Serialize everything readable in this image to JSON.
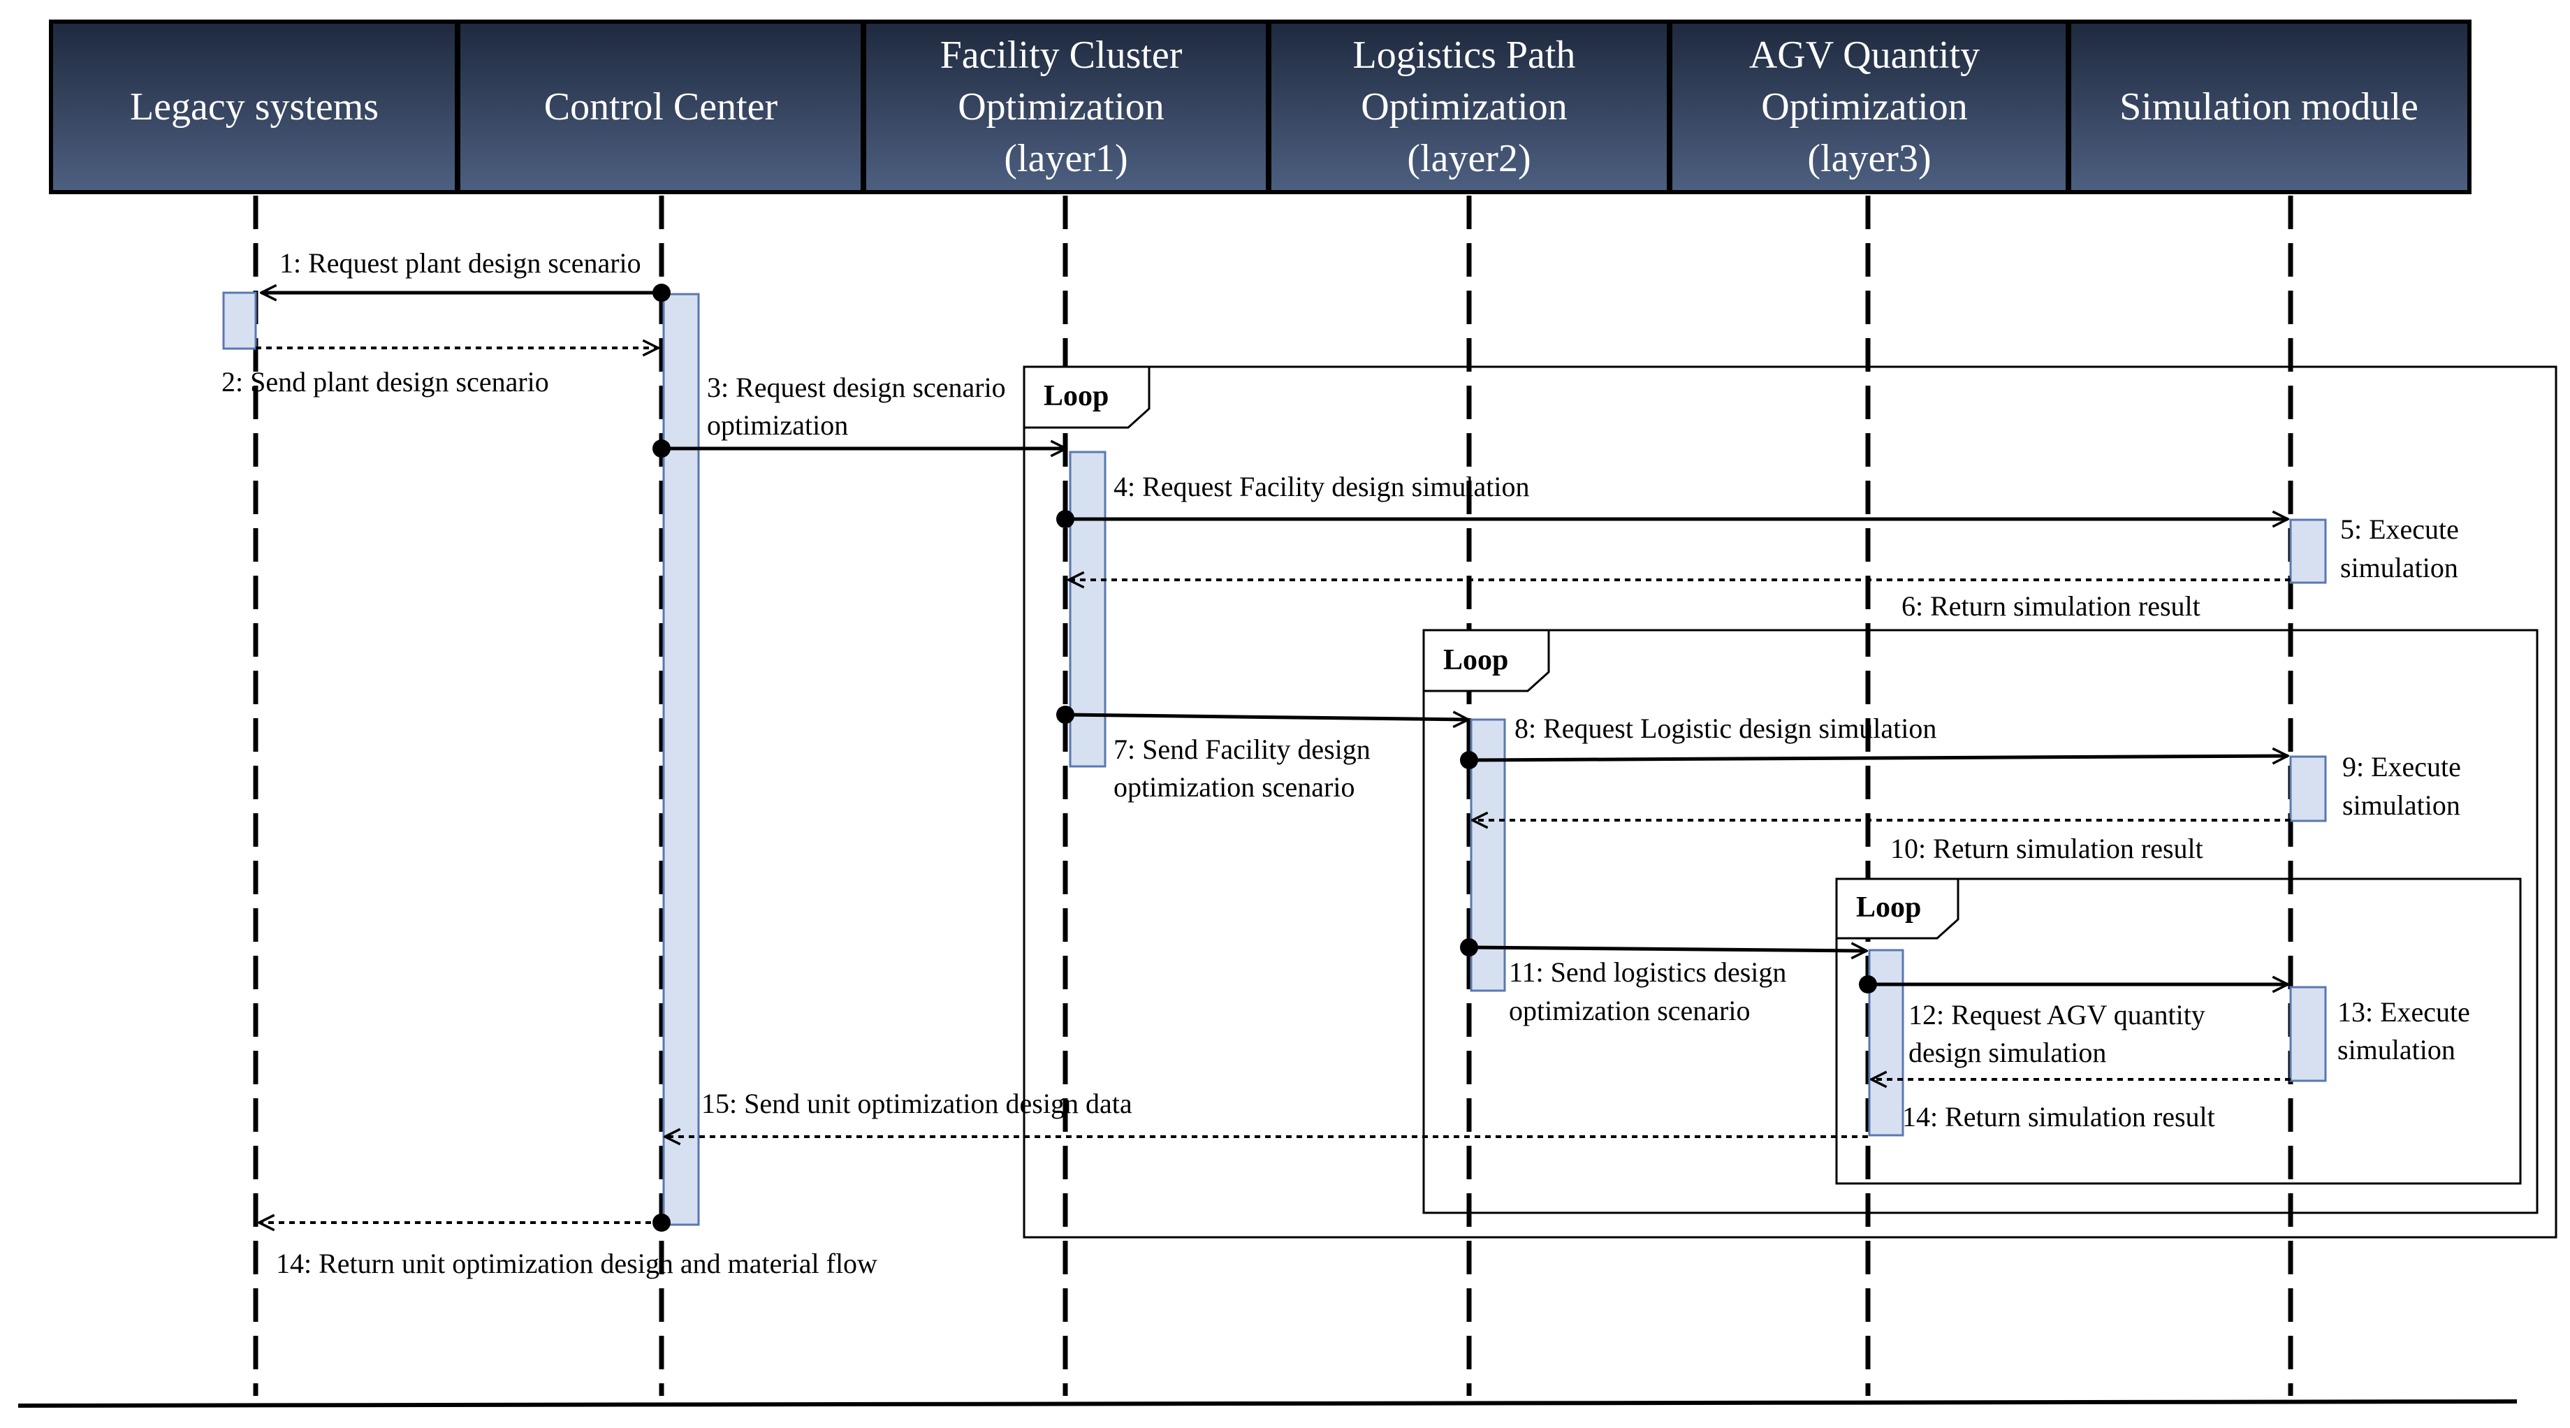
{
  "colors": {
    "header_top": "#1f2a3f",
    "header_bottom": "#4d5f80",
    "activation_fill": "#d6e0f0",
    "activation_stroke": "#5a78b0"
  },
  "lifelines": [
    {
      "id": "legacy",
      "lines": [
        "Legacy systems"
      ]
    },
    {
      "id": "control",
      "lines": [
        "Control Center"
      ]
    },
    {
      "id": "facility",
      "lines": [
        "Facility Cluster",
        "Optimization",
        "(layer1)"
      ]
    },
    {
      "id": "logistics",
      "lines": [
        "Logistics Path",
        "Optimization",
        "(layer2)"
      ]
    },
    {
      "id": "agv",
      "lines": [
        "AGV Quantity",
        "Optimization",
        "(layer3)"
      ]
    },
    {
      "id": "simulation",
      "lines": [
        "Simulation module"
      ]
    }
  ],
  "loops": [
    {
      "id": "loop-1",
      "label": "Loop"
    },
    {
      "id": "loop-2",
      "label": "Loop"
    },
    {
      "id": "loop-3",
      "label": "Loop"
    }
  ],
  "messages": [
    {
      "id": "m1",
      "from": "control",
      "to": "legacy",
      "style": "solid",
      "lines": [
        "1: Request plant design scenario"
      ]
    },
    {
      "id": "m2",
      "from": "legacy",
      "to": "control",
      "style": "dashed",
      "lines": [
        "2: Send plant design scenario"
      ]
    },
    {
      "id": "m3",
      "from": "control",
      "to": "facility",
      "style": "solid",
      "lines": [
        "3: Request design scenario",
        "optimization"
      ]
    },
    {
      "id": "m4",
      "from": "facility",
      "to": "simulation",
      "style": "solid",
      "lines": [
        "4: Request Facility design simulation"
      ]
    },
    {
      "id": "m5",
      "from": "simulation",
      "to": "simulation",
      "style": "self",
      "lines": [
        "5: Execute",
        "simulation"
      ]
    },
    {
      "id": "m6",
      "from": "simulation",
      "to": "facility",
      "style": "dashed",
      "lines": [
        "6: Return simulation result"
      ]
    },
    {
      "id": "m7",
      "from": "facility",
      "to": "logistics",
      "style": "solid",
      "lines": [
        "7: Send Facility design",
        "optimization scenario"
      ]
    },
    {
      "id": "m8",
      "from": "logistics",
      "to": "simulation",
      "style": "solid",
      "lines": [
        "8: Request Logistic design simulation"
      ]
    },
    {
      "id": "m9",
      "from": "simulation",
      "to": "simulation",
      "style": "self",
      "lines": [
        "9: Execute",
        "simulation"
      ]
    },
    {
      "id": "m10",
      "from": "simulation",
      "to": "logistics",
      "style": "dashed",
      "lines": [
        "10: Return simulation result"
      ]
    },
    {
      "id": "m11",
      "from": "logistics",
      "to": "agv",
      "style": "solid",
      "lines": [
        "11: Send logistics design",
        "optimization scenario"
      ]
    },
    {
      "id": "m12",
      "from": "agv",
      "to": "simulation",
      "style": "solid",
      "lines": [
        "12: Request AGV quantity",
        "design simulation"
      ]
    },
    {
      "id": "m13",
      "from": "simulation",
      "to": "simulation",
      "style": "self",
      "lines": [
        "13: Execute",
        "simulation"
      ]
    },
    {
      "id": "m14a",
      "from": "simulation",
      "to": "agv",
      "style": "dashed",
      "lines": [
        "14: Return simulation result"
      ]
    },
    {
      "id": "m15",
      "from": "agv",
      "to": "control",
      "style": "dashed",
      "lines": [
        "15: Send unit optimization design data"
      ]
    },
    {
      "id": "m14b",
      "from": "control",
      "to": "legacy",
      "style": "dashed",
      "lines": [
        "14: Return unit optimization design and material flow"
      ]
    }
  ]
}
